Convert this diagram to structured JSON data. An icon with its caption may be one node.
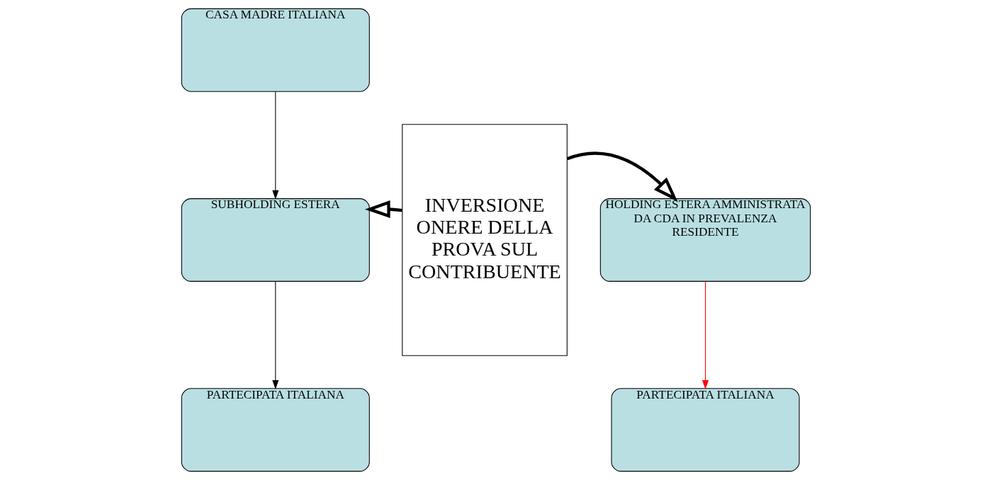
{
  "diagram": {
    "nodes": [
      {
        "text": [
          "CASA MADRE ITALIANA"
        ]
      },
      {
        "text": [
          "SUBHOLDING ESTERA"
        ]
      },
      {
        "text": [
          "PARTECIPATA ITALIANA"
        ]
      },
      {
        "text": [
          "INVERSIONE ONERE DELLA PROVA SUL CONTRIBUENTE"
        ]
      },
      {
        "text": [
          "HOLDING ESTERA AMMINISTRATA DA CDA IN PREVALENZA RESIDENTE"
        ]
      },
      {
        "text": [
          "PARTECIPATA ITALIANA"
        ]
      }
    ],
    "edges": [
      {
        "from": 0,
        "to": 1,
        "arrow": "to"
      },
      {
        "from": 1,
        "to": 2,
        "arrow": "to"
      },
      {
        "from": 3,
        "to": 1,
        "arrow": "to",
        "style": "thick"
      },
      {
        "from": 3,
        "to": 4,
        "arrow": "to",
        "style": "thick"
      },
      {
        "from": 4,
        "to": 5,
        "arrow": "to",
        "color": "#ff0000"
      }
    ]
  }
}
